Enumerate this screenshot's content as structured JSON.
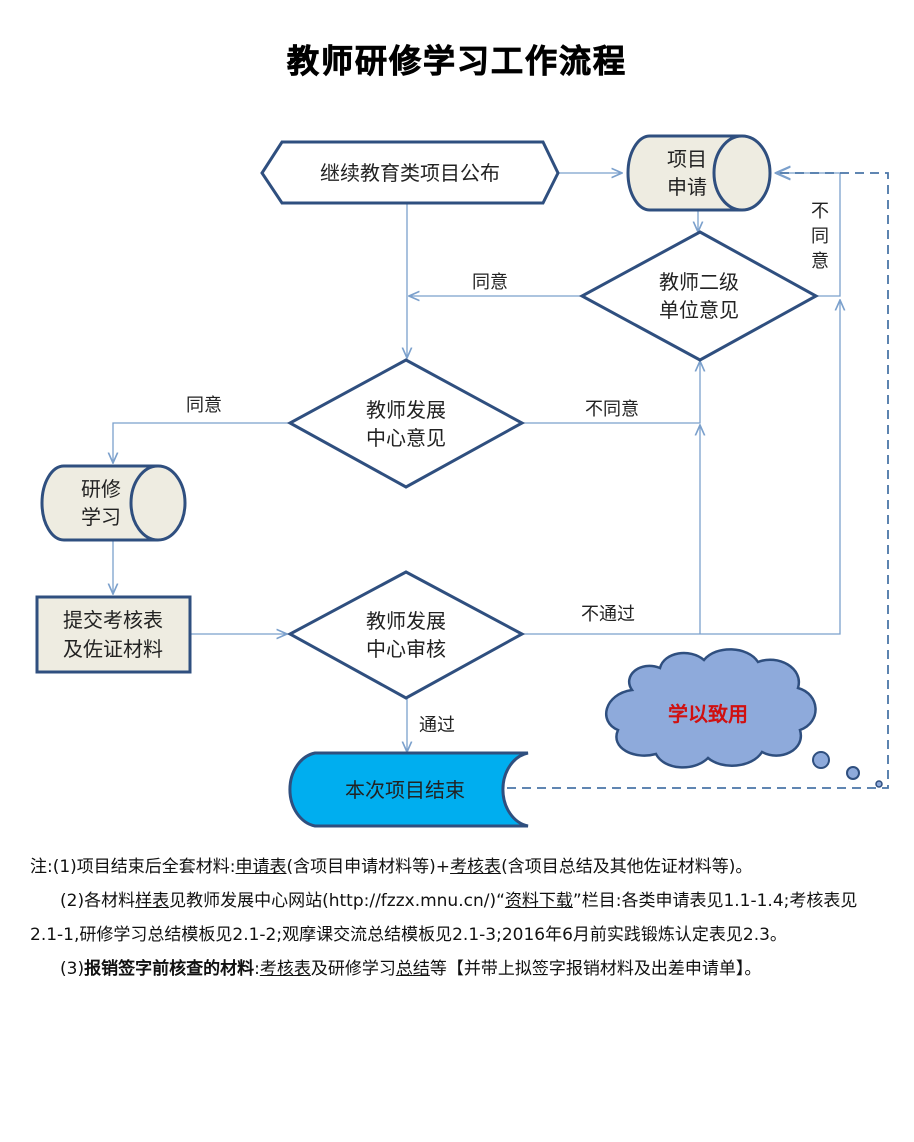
{
  "title": "教师研修学习工作流程",
  "nodes": {
    "publish": "继续教育类项目公布",
    "apply_l1": "项目",
    "apply_l2": "申请",
    "dept_l1": "教师二级",
    "dept_l2": "单位意见",
    "center_l1": "教师发展",
    "center_l2": "中心意见",
    "study_l1": "研修",
    "study_l2": "学习",
    "submit_l1": "提交考核表",
    "submit_l2": "及佐证材料",
    "review_l1": "教师发展",
    "review_l2": "中心审核",
    "end": "本次项目结束",
    "cloud": "学以致用"
  },
  "edges": {
    "dept_agree": "同意",
    "center_agree": "同意",
    "center_disagree": "不同意",
    "review_fail": "不通过",
    "review_pass": "通过",
    "dept_disagree_1": "不",
    "dept_disagree_2": "同",
    "dept_disagree_3": "意"
  },
  "notes": {
    "n1_a": "注:(1)项目结束后全套材料:",
    "n1_u1": "申请表",
    "n1_b": "(含项目申请材料等)+",
    "n1_u2": "考核表",
    "n1_c": "(含项目总结及其他佐证材料等)。",
    "n2_a": "(2)各材料",
    "n2_u1": "样表",
    "n2_b": "见教师发展中心网站(http://fzzx.mnu.cn/)“",
    "n2_u2": "资料下载",
    "n2_c": "”栏目:各类申请表见1.1-1.4;考核表见2.1-1,研修学习总结模板见2.1-2;观摩课交流总结模板见2.1-3;2016年6月前实践锻炼认定表见2.3。",
    "n3_a": "(3)",
    "n3_b": "报销签字前核查的材料",
    "n3_c": ":",
    "n3_u1": "考核表",
    "n3_d": "及研修学习",
    "n3_u2": "总结",
    "n3_e": "等【并带上拟签字报销材料及出差申请单】。"
  },
  "colors": {
    "stroke": "#2f4f7f",
    "arrow": "#7ba0cc",
    "box_fill": "#eeece1",
    "end_fill": "#00aeef",
    "cloud_fill": "#8eaadb",
    "cloud_text": "#d01010"
  }
}
